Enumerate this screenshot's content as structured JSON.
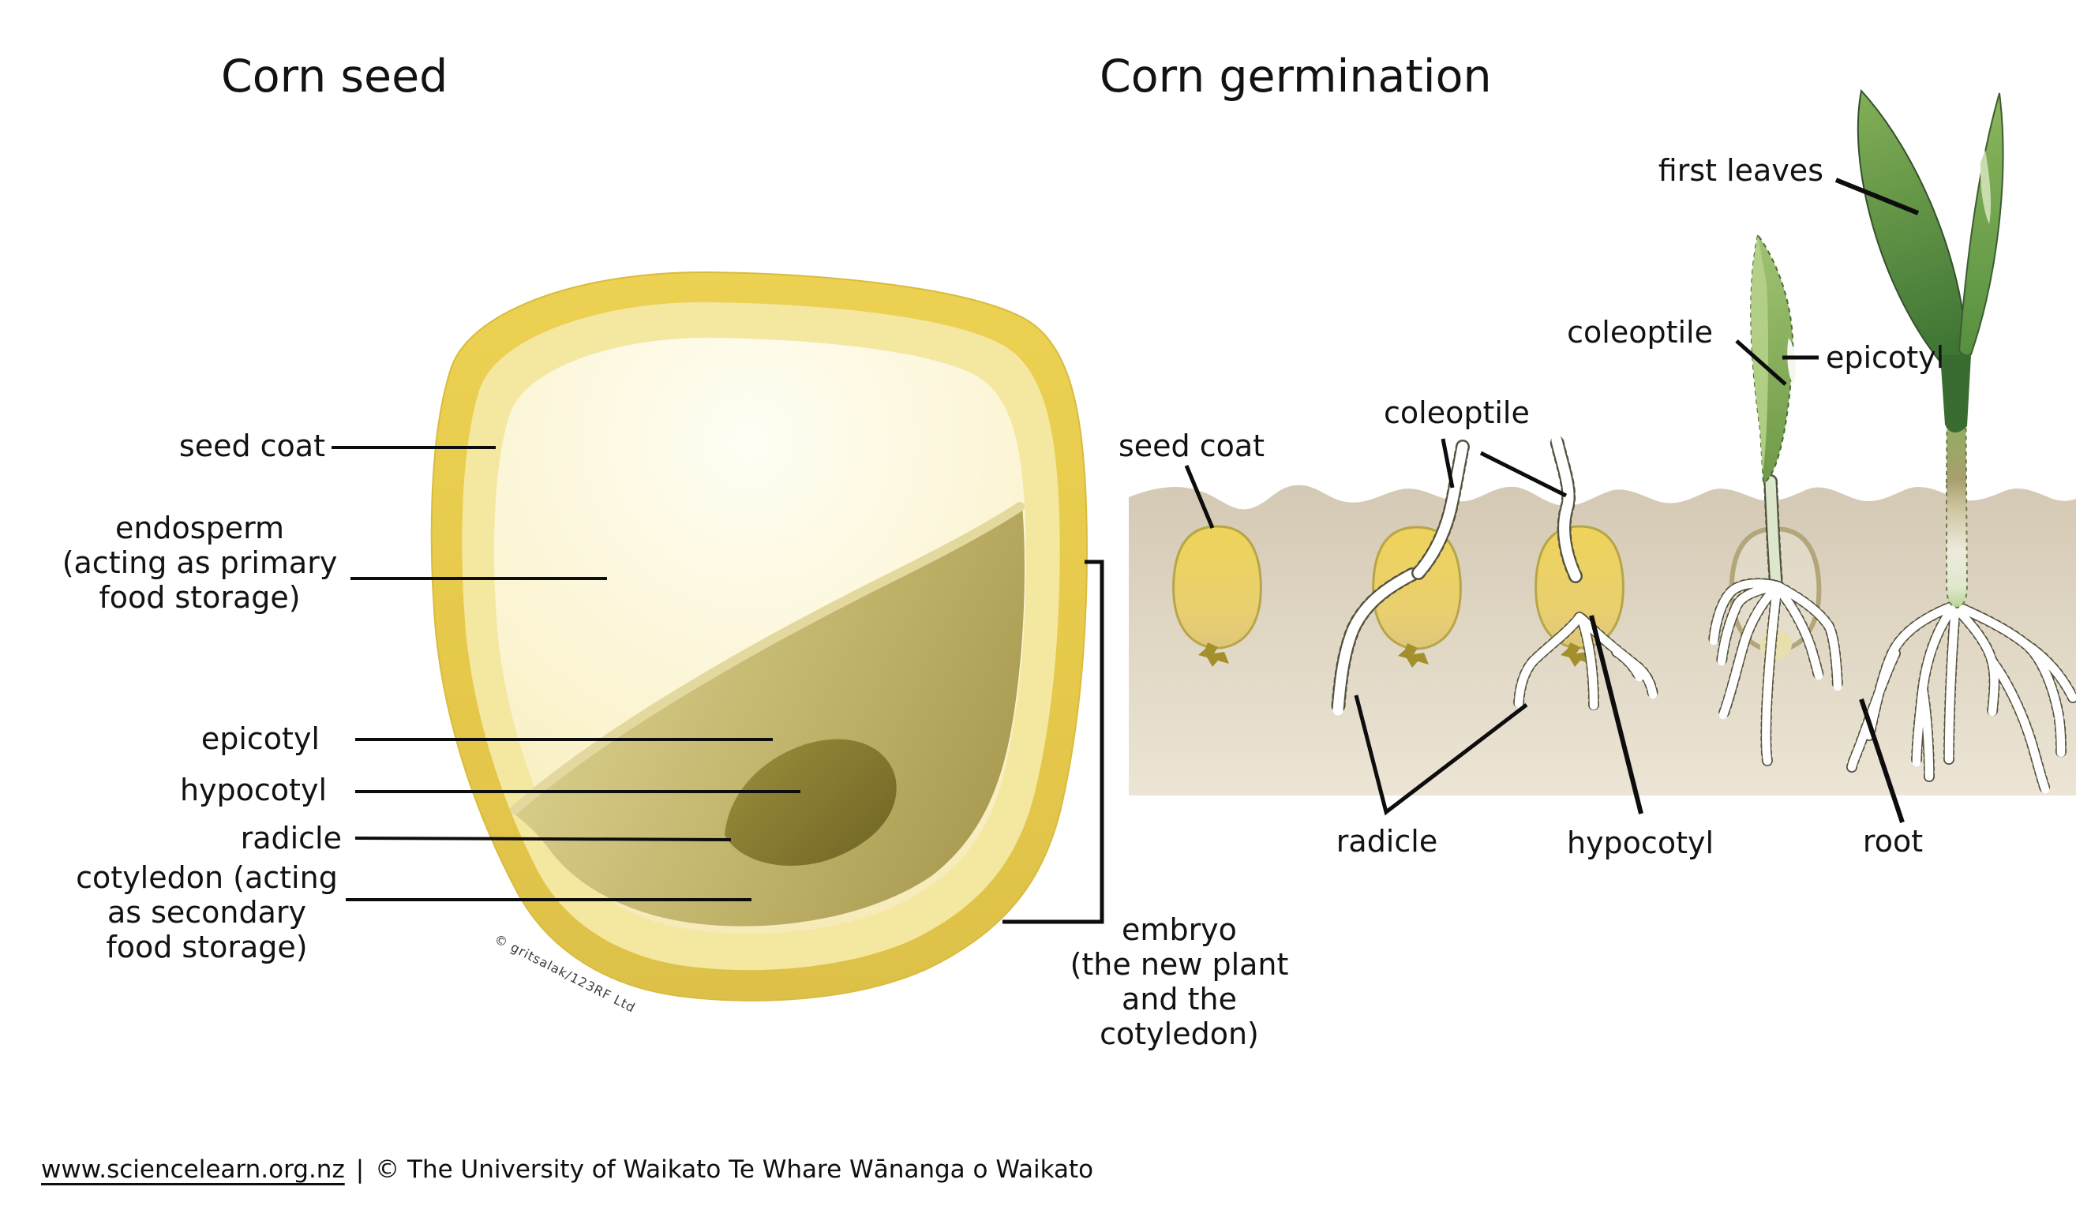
{
  "titles": {
    "left": "Corn seed",
    "right": "Corn germination"
  },
  "seed_diagram": {
    "seed_coat": "seed coat",
    "endosperm_lines": [
      "endosperm",
      "(acting as primary",
      "food storage)"
    ],
    "epicotyl": "epicotyl",
    "hypocotyl": "hypocotyl",
    "radicle": "radicle",
    "cotyledon_lines": [
      "cotyledon (acting",
      "as secondary",
      "food storage)"
    ],
    "embryo_lines": [
      "embryo",
      "(the new plant",
      "and the",
      "cotyledon)"
    ],
    "watermark": "© gritsalak/123RF Ltd"
  },
  "germination_diagram": {
    "seed_coat": "seed coat",
    "coleoptile_mid": "coleoptile",
    "coleoptile_right": "coleoptile",
    "first_leaves": "first leaves",
    "epicotyl": "epicotyl",
    "radicle": "radicle",
    "hypocotyl": "hypocotyl",
    "root": "root"
  },
  "footer": {
    "url": "www.sciencelearn.org.nz",
    "separator": "|",
    "credit": "© The University of Waikato Te Whare Wānanga o Waikato"
  },
  "colors": {
    "seed_coat_gold": "#e7cb4b",
    "inner_layer_pale": "#f4e7a0",
    "endosperm_cream": "#fdf8e0",
    "cotyledon_olive": "#b5a75c",
    "embryo_dark_olive": "#877a33",
    "soil_tan": "#d4c9b4",
    "leaf_green": "#5c9140",
    "root_white": "#ffffff",
    "pointer_black": "#0d0d0d"
  }
}
